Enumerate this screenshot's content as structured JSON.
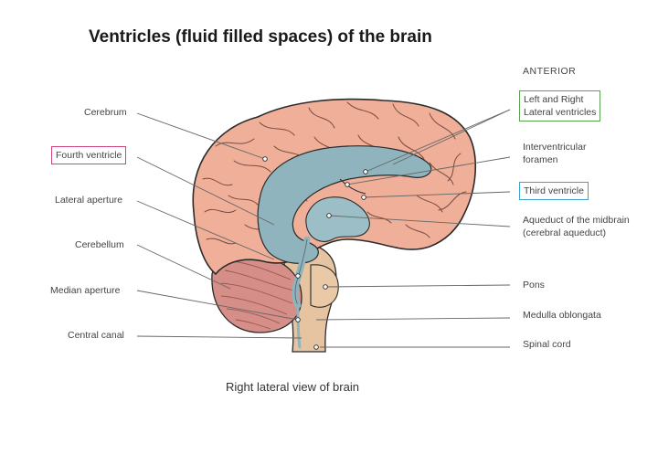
{
  "title": "Ventricles (fluid filled spaces) of the brain",
  "caption": "Right lateral view of brain",
  "orientation": "ANTERIOR",
  "labels": {
    "cerebrum": "Cerebrum",
    "fourth_ventricle": "Fourth ventricle",
    "lateral_aperture": "Lateral aperture",
    "cerebellum": "Cerebellum",
    "median_aperture": "Median aperture",
    "central_canal": "Central canal",
    "lateral_ventricles_1": "Left and Right",
    "lateral_ventricles_2": "Lateral ventricles",
    "interventricular_1": "Interventricular",
    "interventricular_2": "foramen",
    "third_ventricle": "Third ventricle",
    "aqueduct_1": "Aqueduct of the midbrain",
    "aqueduct_2": "(cerebral aqueduct)",
    "pons": "Pons",
    "medulla": "Medulla oblongata",
    "spinal_cord": "Spinal cord"
  },
  "colors": {
    "brain_fill": "#efaf98",
    "brain_outline": "#2b2b2b",
    "ventricle_fill": "#8fb4bd",
    "cerebellum_fill": "#d58f88",
    "brainstem_fill": "#e6c4a1",
    "fourth_ventricle_box": "#d0457e",
    "lateral_ventricles_box": "#5aa350",
    "third_ventricle_box": "#3fa3cf"
  }
}
